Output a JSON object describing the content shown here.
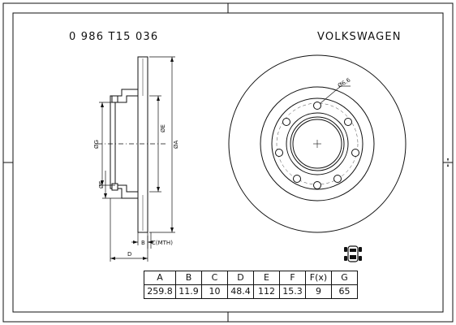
{
  "header": {
    "part_number": "0 986 T15 036",
    "brand": "VOLKSWAGEN"
  },
  "drawing": {
    "labels": {
      "g": "ØG",
      "e": "ØE",
      "a": "ØA",
      "f": "ØF",
      "hole": "Ø6.6",
      "b": "B",
      "c": "C(MTH)",
      "d": "D"
    }
  },
  "spec_table": {
    "headers": [
      "A",
      "B",
      "C",
      "D",
      "E",
      "F",
      "F(x)",
      "G"
    ],
    "values": [
      "259.8",
      "11.9",
      "10",
      "48.4",
      "112",
      "15.3",
      "9",
      "65"
    ]
  },
  "icons": {
    "axle": "car-rear-axle-icon"
  }
}
